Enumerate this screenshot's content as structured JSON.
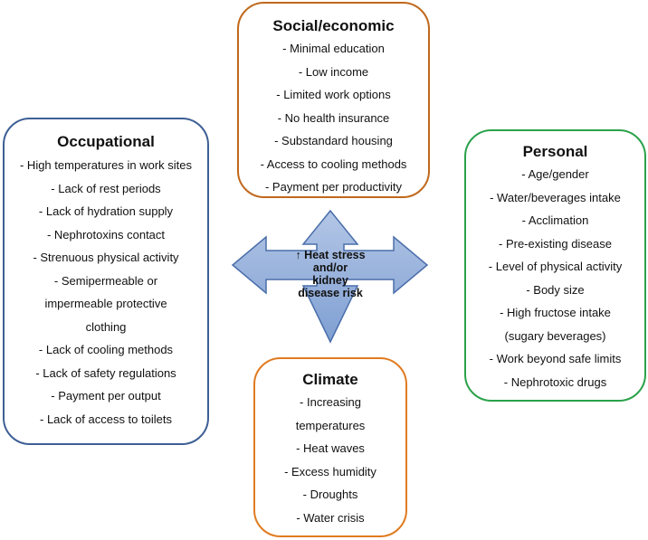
{
  "social": {
    "title": "Social/economic",
    "items": [
      "-   Minimal education",
      "-   Low income",
      "-   Limited work options",
      "-   No health insurance",
      "-   Substandard housing",
      "-   Access to cooling methods",
      "-   Payment per productivity"
    ]
  },
  "occupational": {
    "title": "Occupational",
    "items": [
      "- High temperatures in work sites",
      "-   Lack of rest periods",
      "-   Lack of hydration supply",
      "-   Nephrotoxins contact",
      "-   Strenuous physical activity",
      "-   Semipermeable or",
      "impermeable protective",
      "clothing",
      "-   Lack of cooling methods",
      "-   Lack of safety regulations",
      "-   Payment per output",
      "-   Lack of access to toilets"
    ]
  },
  "personal": {
    "title": "Personal",
    "items": [
      "-   Age/gender",
      "-   Water/beverages intake",
      "-   Acclimation",
      "-   Pre-existing disease",
      "-   Level of physical activity",
      "-   Body size",
      "-   High fructose intake",
      "(sugary beverages)",
      "-   Work beyond safe limits",
      "-   Nephrotoxic drugs"
    ]
  },
  "climate": {
    "title": "Climate",
    "items": [
      "- Increasing",
      "temperatures",
      "-   Heat waves",
      "-   Excess humidity",
      "-   Droughts",
      "-   Water crisis"
    ]
  },
  "center": {
    "line1": "↑ Heat stress",
    "line2": "and/or",
    "line3": "kidney",
    "line4": "disease risk"
  },
  "colors": {
    "social_border": "#c0681c",
    "occupational_border": "#3e5f95",
    "personal_border": "#2aa24a",
    "climate_border": "#e07b20",
    "arrow_fill_top": "#b3c6e6",
    "arrow_fill_bottom": "#7f9fd2",
    "arrow_stroke": "#4a6eaa"
  }
}
